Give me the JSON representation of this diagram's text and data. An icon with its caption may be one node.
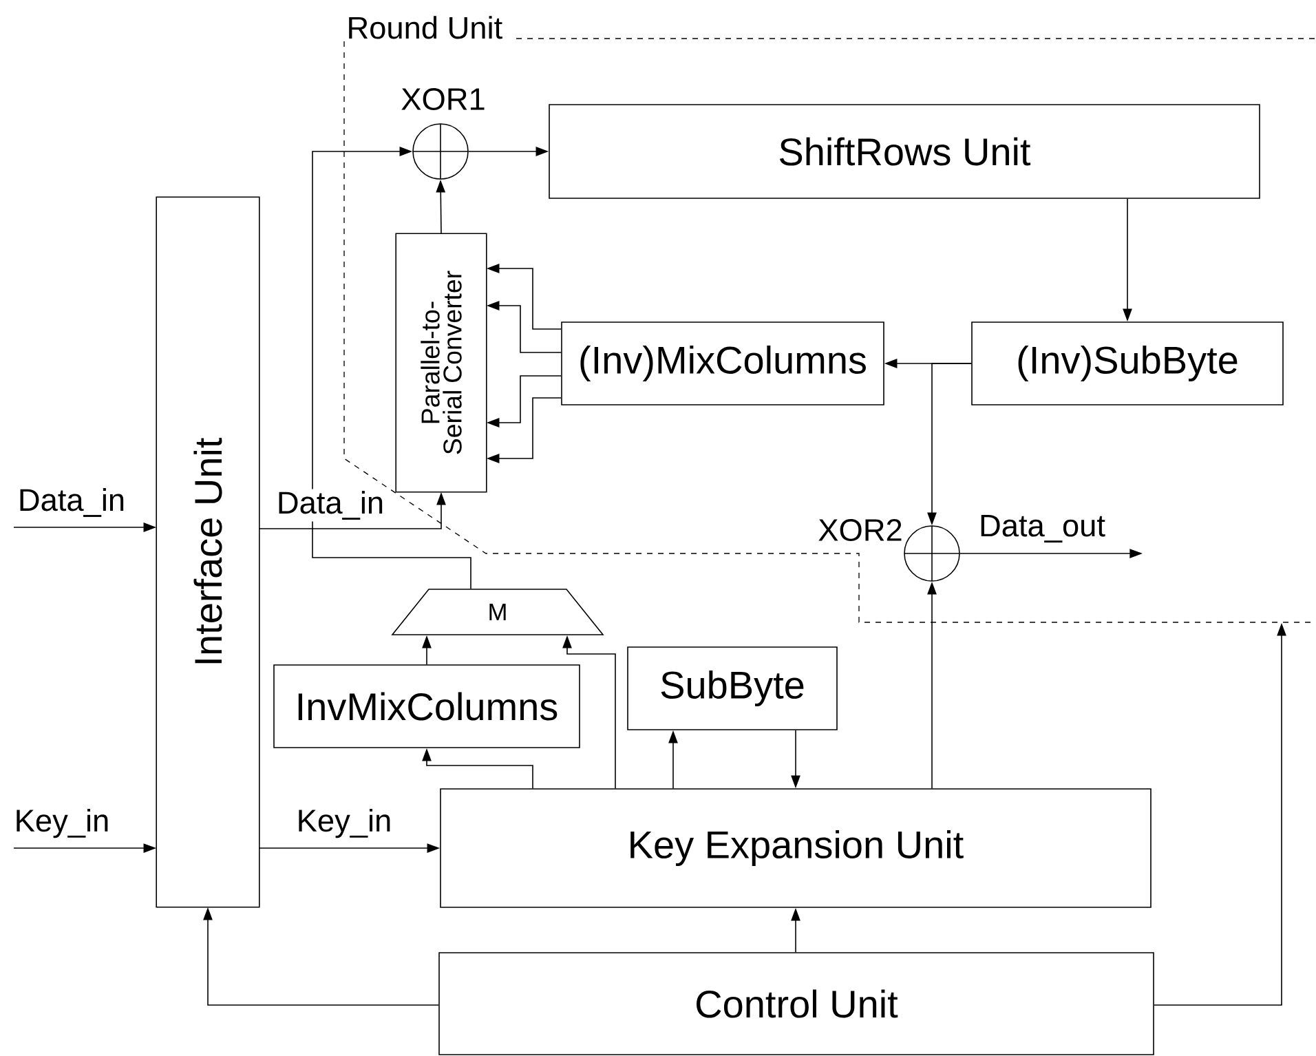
{
  "diagram": {
    "nodes": [
      {
        "text": [
          "Round Unit"
        ]
      },
      {
        "text": [
          "XOR1"
        ],
        "in": 0
      },
      {
        "text": [
          "ShiftRows Unit"
        ],
        "in": 0
      },
      {
        "text": [
          "Parallel-to-Serial Converter"
        ],
        "in": 0
      },
      {
        "text": [
          "(Inv)MixColumns"
        ],
        "in": 0
      },
      {
        "text": [
          "(Inv)SubByte"
        ],
        "in": 0
      },
      {
        "text": [
          "XOR2"
        ],
        "in": 0
      },
      {
        "text": [
          "Interface Unit"
        ]
      },
      {
        "text": [
          "M"
        ]
      },
      {
        "text": [
          "InvMixColumns"
        ]
      },
      {
        "text": [
          "SubByte"
        ]
      },
      {
        "text": [
          "Key Expansion Unit"
        ]
      },
      {
        "text": [
          "Control Unit"
        ]
      }
    ],
    "edges": [
      {
        "from": null,
        "to": 7,
        "arrow": "to",
        "label": "Data_in"
      },
      {
        "from": null,
        "to": 7,
        "arrow": "to",
        "label": "Key_in"
      },
      {
        "from": 7,
        "to": 3,
        "arrow": "to",
        "label": "Data_in"
      },
      {
        "from": 7,
        "to": 11,
        "arrow": "to",
        "label": "Key_in"
      },
      {
        "from": 12,
        "to": 7,
        "arrow": "to"
      },
      {
        "from": 12,
        "to": 11,
        "arrow": "to"
      },
      {
        "from": 12,
        "to": 0,
        "arrow": "to"
      },
      {
        "from": 11,
        "to": 10,
        "arrow": "to"
      },
      {
        "from": 10,
        "to": 11,
        "arrow": "to"
      },
      {
        "from": 11,
        "to": 6,
        "arrow": "to"
      },
      {
        "from": 5,
        "to": 4,
        "arrow": "to"
      },
      {
        "from": 5,
        "to": 6,
        "arrow": "to"
      },
      {
        "from": 2,
        "to": 5,
        "arrow": "to"
      },
      {
        "from": 6,
        "to": null,
        "arrow": "to",
        "label": "Data_out"
      },
      {
        "from": 1,
        "to": 2,
        "arrow": "to"
      },
      {
        "from": 3,
        "to": 1,
        "arrow": "to"
      },
      {
        "from": 8,
        "to": 1,
        "arrow": "to"
      },
      {
        "from": 9,
        "to": 8,
        "arrow": "to"
      },
      {
        "from": 11,
        "to": 8,
        "arrow": "to"
      },
      {
        "from": 11,
        "to": 9,
        "arrow": "to"
      },
      {
        "from": 4,
        "to": 3,
        "arrow": "to"
      },
      {
        "from": 4,
        "to": 3,
        "arrow": "to"
      },
      {
        "from": 4,
        "to": 3,
        "arrow": "to"
      },
      {
        "from": 4,
        "to": 3,
        "arrow": "to"
      }
    ]
  }
}
